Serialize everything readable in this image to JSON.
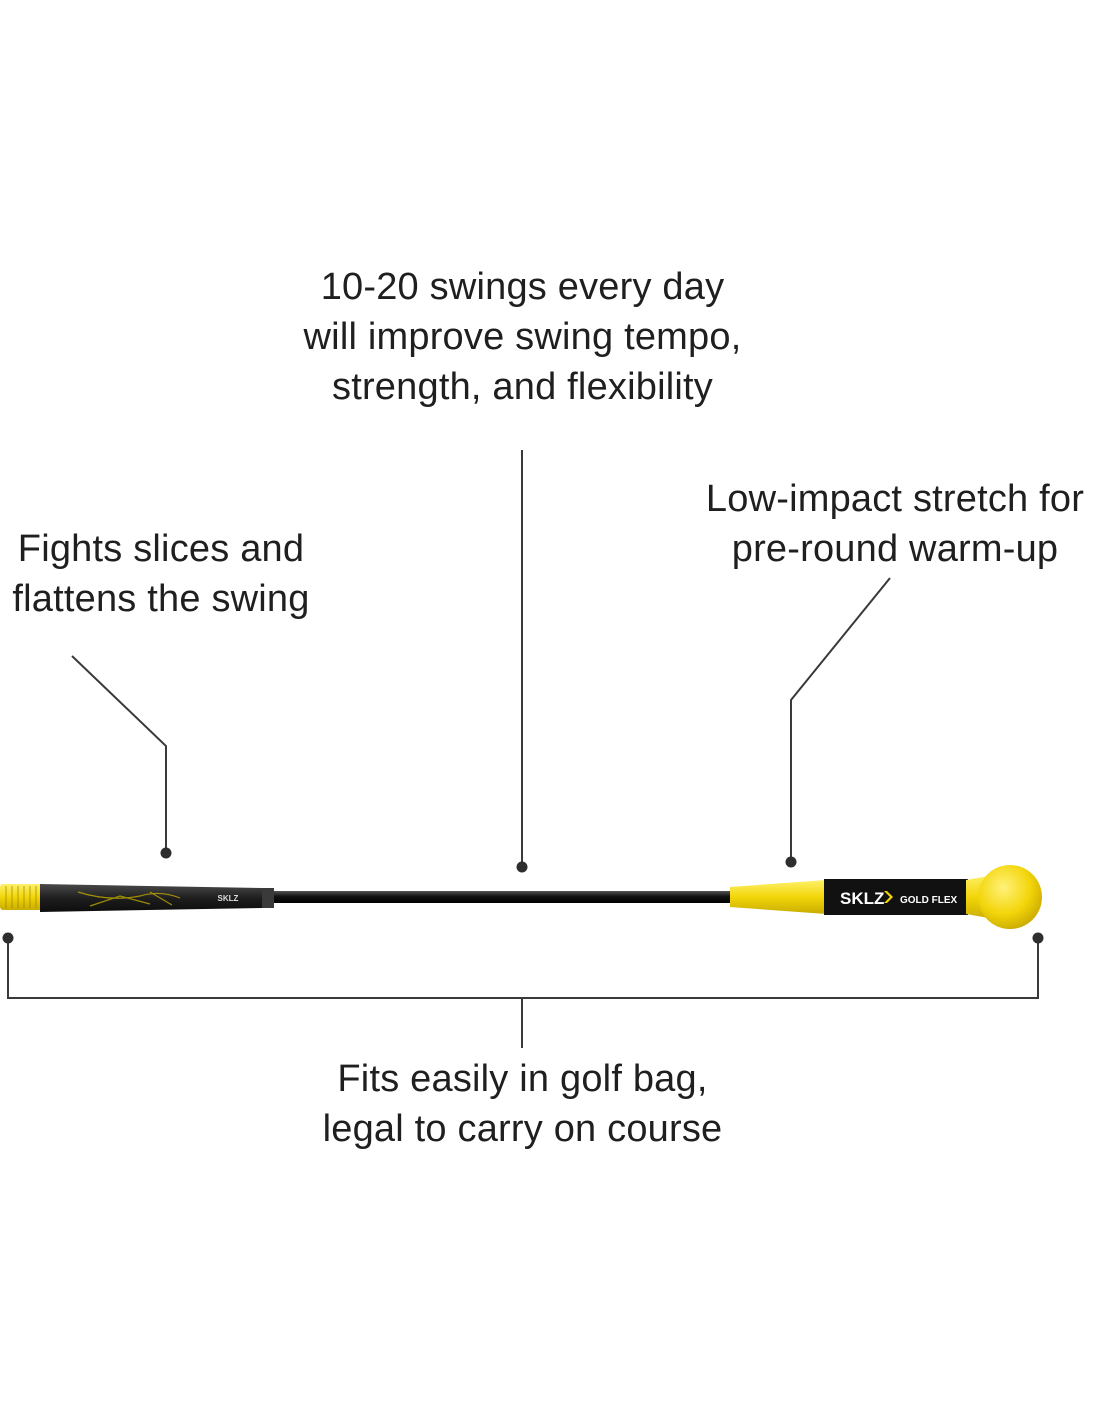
{
  "callouts": {
    "tempo": {
      "line1": "10-20 swings every day",
      "line2": "will improve swing tempo,",
      "line3": "strength, and flexibility"
    },
    "slices": {
      "line1": "Fights slices and",
      "line2": "flattens the swing"
    },
    "stretch": {
      "line1": "Low-impact stretch for",
      "line2": "pre-round warm-up"
    },
    "bag": {
      "line1": "Fits easily in golf bag,",
      "line2": "legal to carry on course"
    }
  },
  "product": {
    "brand": "SKLZ",
    "model": "GOLD FLEX",
    "grip_label": "SKLZ"
  },
  "colors": {
    "accent_yellow": "#f5d80f",
    "shaft_black": "#1b1b1b",
    "line_gray": "#3a3a3a"
  }
}
